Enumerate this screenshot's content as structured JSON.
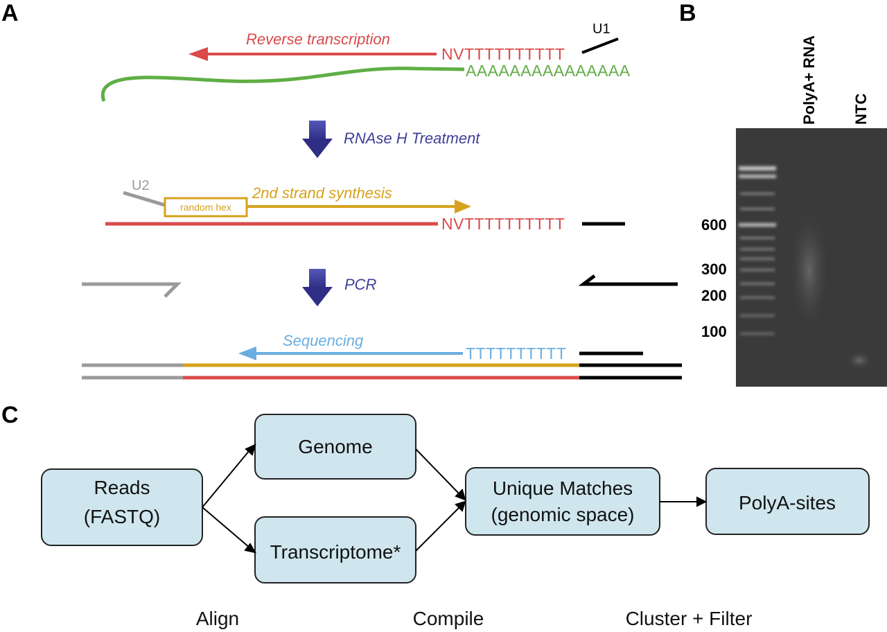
{
  "panels": {
    "a": "A",
    "b": "B",
    "c": "C"
  },
  "panel_a": {
    "reverse_transcription": "Reverse transcription",
    "u1": "U1",
    "nv_primer_1": "NVTTTTTTTTTT",
    "polya_tail": "AAAAAAAAAAAAAAA",
    "rnase_h": "RNAse H Treatment",
    "u2": "U2",
    "random_hex": "random hex",
    "second_strand": "2nd strand synthesis",
    "nv_primer_2": "NVTTTTTTTTTT",
    "pcr": "PCR",
    "sequencing": "Sequencing",
    "t_tail": "TTTTTTTTTT"
  },
  "panel_b": {
    "lane_polya": "PolyA+ RNA",
    "lane_ntc": "NTC",
    "markers": [
      "600",
      "300",
      "200",
      "100"
    ]
  },
  "panel_c": {
    "reads_line1": "Reads",
    "reads_line2": "(FASTQ)",
    "genome": "Genome",
    "transcriptome": "Transcriptome*",
    "unique_line1": "Unique Matches",
    "unique_line2": "(genomic space)",
    "polya_sites": "PolyA-sites",
    "step_align": "Align",
    "step_compile": "Compile",
    "step_cluster": "Cluster + Filter"
  },
  "colors": {
    "red": "#d94a4a",
    "green": "#5fae45",
    "purple": "#3f3f9a",
    "gold": "#d6a21c",
    "blue": "#6aaee0",
    "gray": "#9a9a9a",
    "box_fill": "#cfe6ee",
    "gel": "#3a3a3a"
  }
}
